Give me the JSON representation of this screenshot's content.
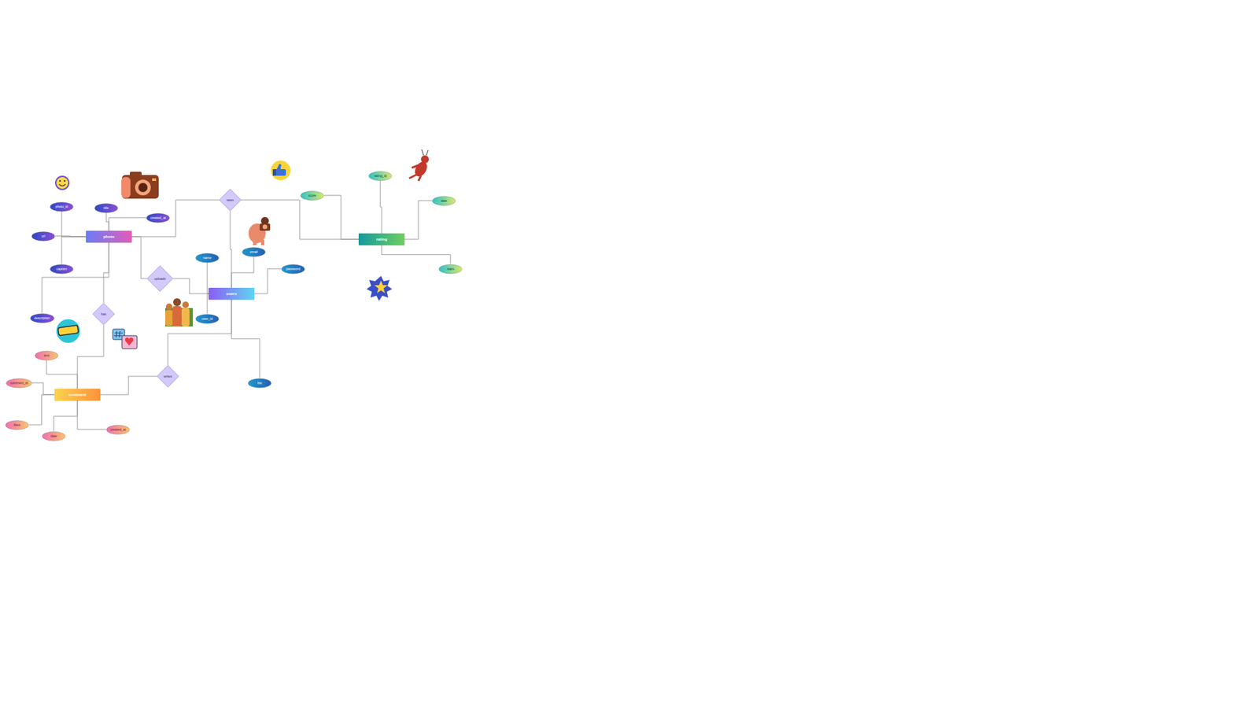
{
  "diagram": {
    "nodes": [
      {
        "text": [
          "photo"
        ]
      },
      {
        "text": [
          "photo_id"
        ]
      },
      {
        "text": [
          "title"
        ]
      },
      {
        "text": [
          "created_at"
        ]
      },
      {
        "text": [
          "url"
        ]
      },
      {
        "text": [
          "caption"
        ]
      },
      {
        "text": [
          "description"
        ]
      },
      {
        "text": [
          "rates"
        ]
      },
      {
        "text": [
          "rating"
        ]
      },
      {
        "text": [
          "score"
        ]
      },
      {
        "text": [
          "rating_id"
        ]
      },
      {
        "text": [
          "date"
        ]
      },
      {
        "text": [
          "stars"
        ]
      },
      {
        "text": [
          "uploads"
        ]
      },
      {
        "text": [
          "users"
        ]
      },
      {
        "text": [
          "name"
        ]
      },
      {
        "text": [
          "email"
        ]
      },
      {
        "text": [
          "password"
        ]
      },
      {
        "text": [
          "user_id"
        ]
      },
      {
        "text": [
          "bio"
        ]
      },
      {
        "text": [
          "has"
        ]
      },
      {
        "text": [
          "writes"
        ]
      },
      {
        "text": [
          "comment"
        ]
      },
      {
        "text": [
          "text"
        ]
      },
      {
        "text": [
          "comment_id"
        ]
      },
      {
        "text": [
          "likes"
        ]
      },
      {
        "text": [
          "date"
        ]
      },
      {
        "text": [
          "created_at"
        ]
      }
    ],
    "edges": [
      {
        "from": 1,
        "to": 0,
        "arrow": "none"
      },
      {
        "from": 2,
        "to": 0,
        "arrow": "none"
      },
      {
        "from": 3,
        "to": 0,
        "arrow": "none"
      },
      {
        "from": 4,
        "to": 0,
        "arrow": "none"
      },
      {
        "from": 5,
        "to": 0,
        "arrow": "none"
      },
      {
        "from": 6,
        "to": 0,
        "arrow": "none"
      },
      {
        "from": 0,
        "to": 7,
        "arrow": "none"
      },
      {
        "from": 7,
        "to": 8,
        "arrow": "none"
      },
      {
        "from": 9,
        "to": 8,
        "arrow": "none"
      },
      {
        "from": 10,
        "to": 8,
        "arrow": "none"
      },
      {
        "from": 11,
        "to": 8,
        "arrow": "none"
      },
      {
        "from": 12,
        "to": 8,
        "arrow": "none"
      },
      {
        "from": 7,
        "to": 14,
        "arrow": "none"
      },
      {
        "from": 0,
        "to": 13,
        "arrow": "none"
      },
      {
        "from": 13,
        "to": 14,
        "arrow": "none"
      },
      {
        "from": 15,
        "to": 14,
        "arrow": "none"
      },
      {
        "from": 16,
        "to": 14,
        "arrow": "none"
      },
      {
        "from": 17,
        "to": 14,
        "arrow": "none"
      },
      {
        "from": 18,
        "to": 14,
        "arrow": "none"
      },
      {
        "from": 19,
        "to": 14,
        "arrow": "none"
      },
      {
        "from": 0,
        "to": 20,
        "arrow": "none"
      },
      {
        "from": 20,
        "to": 22,
        "arrow": "none"
      },
      {
        "from": 22,
        "to": 21,
        "arrow": "none"
      },
      {
        "from": 21,
        "to": 14,
        "arrow": "none"
      },
      {
        "from": 23,
        "to": 22,
        "arrow": "none"
      },
      {
        "from": 24,
        "to": 22,
        "arrow": "none"
      },
      {
        "from": 25,
        "to": 22,
        "arrow": "none"
      },
      {
        "from": 26,
        "to": 22,
        "arrow": "none"
      },
      {
        "from": 27,
        "to": 22,
        "arrow": "none"
      }
    ]
  }
}
